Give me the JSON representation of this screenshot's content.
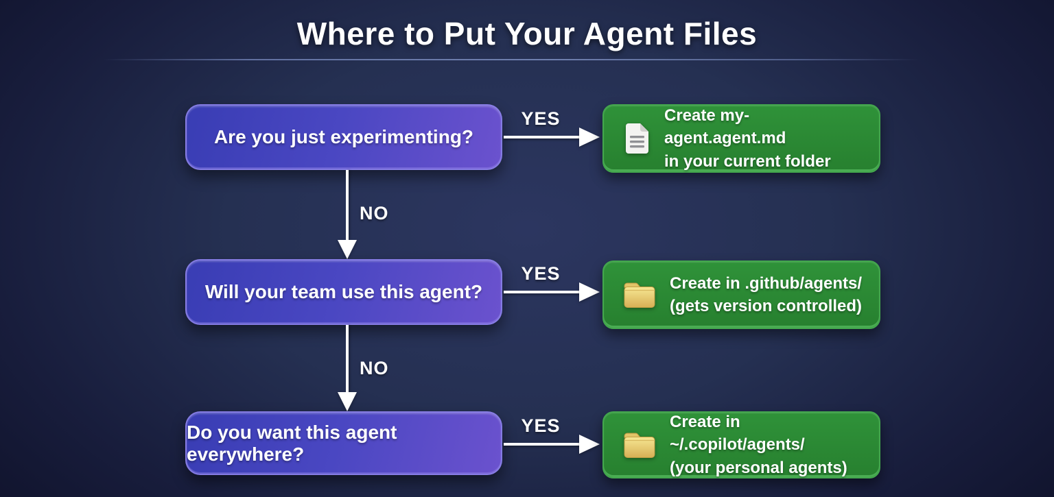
{
  "title": "Where to Put Your Agent Files",
  "colors": {
    "background_center": "#2c3660",
    "background_edge": "#0c0e24",
    "question_box_gradient_start": "#393db4",
    "question_box_gradient_end": "#6b52ce",
    "question_box_border": "#8c82e8",
    "answer_box_fill": "#2b8934",
    "answer_box_border": "#43a74d",
    "arrow": "#ffffff",
    "text": "#ffffff",
    "folder_icon": "#e9cb70",
    "document_icon": "#f3f3f1"
  },
  "flow": {
    "rows": [
      {
        "question": "Are you just experimenting?",
        "yes_label": "YES",
        "no_label": "NO",
        "answer": {
          "icon": "document-icon",
          "line1": "Create my-agent.agent.md",
          "line2": "in your current folder"
        }
      },
      {
        "question": "Will your team use this agent?",
        "yes_label": "YES",
        "no_label": "NO",
        "answer": {
          "icon": "folder-icon",
          "line1": "Create in .github/agents/",
          "line2": "(gets version controlled)"
        }
      },
      {
        "question": "Do you want this agent everywhere?",
        "yes_label": "YES",
        "answer": {
          "icon": "folder-icon",
          "line1": "Create in ~/.copilot/agents/",
          "line2": "(your personal agents)"
        }
      }
    ]
  }
}
